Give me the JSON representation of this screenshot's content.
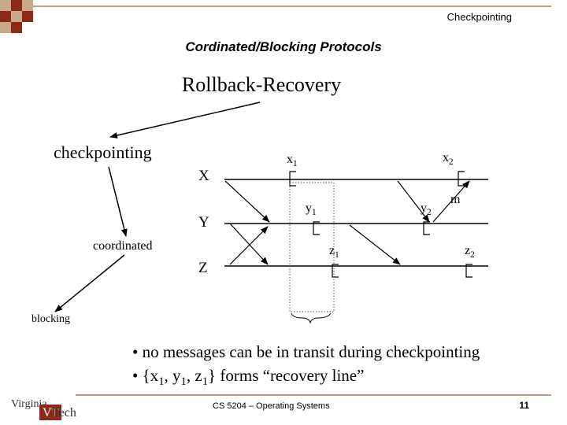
{
  "header": {
    "section_label": "Checkpointing"
  },
  "slide": {
    "title": "Cordinated/Blocking Protocols",
    "subtitle": "Rollback-Recovery",
    "page_number": "11"
  },
  "diagram": {
    "checkpointing_label": "checkpointing",
    "coordinated_label": "coordinated",
    "blocking_label": "blocking",
    "processes": [
      "X",
      "Y",
      "Z"
    ],
    "checkpoints": {
      "x1": [
        "x",
        "1"
      ],
      "x2": [
        "x",
        "2"
      ],
      "y1": [
        "y",
        "1"
      ],
      "y2": [
        "y",
        "2"
      ],
      "z1": [
        "z",
        "1"
      ],
      "z2": [
        "z",
        "2"
      ]
    },
    "message_label": "m"
  },
  "bullets": {
    "b1": "• no messages can be in transit during checkpointing",
    "b2_pre": "• {x",
    "b2_s1": "1",
    "b2_mid1": ", y",
    "b2_s2": "1",
    "b2_mid2": ", z",
    "b2_s3": "1",
    "b2_post": "} forms “recovery line”"
  },
  "footer": {
    "course": "CS 5204 – Operating Systems"
  },
  "logo": {
    "text_virginia": "Virginia",
    "text_tech": "Tech",
    "text_vt": "VT"
  },
  "colors": {
    "accent_dark": "#8c2a1a",
    "accent_light": "#c9a98a"
  }
}
